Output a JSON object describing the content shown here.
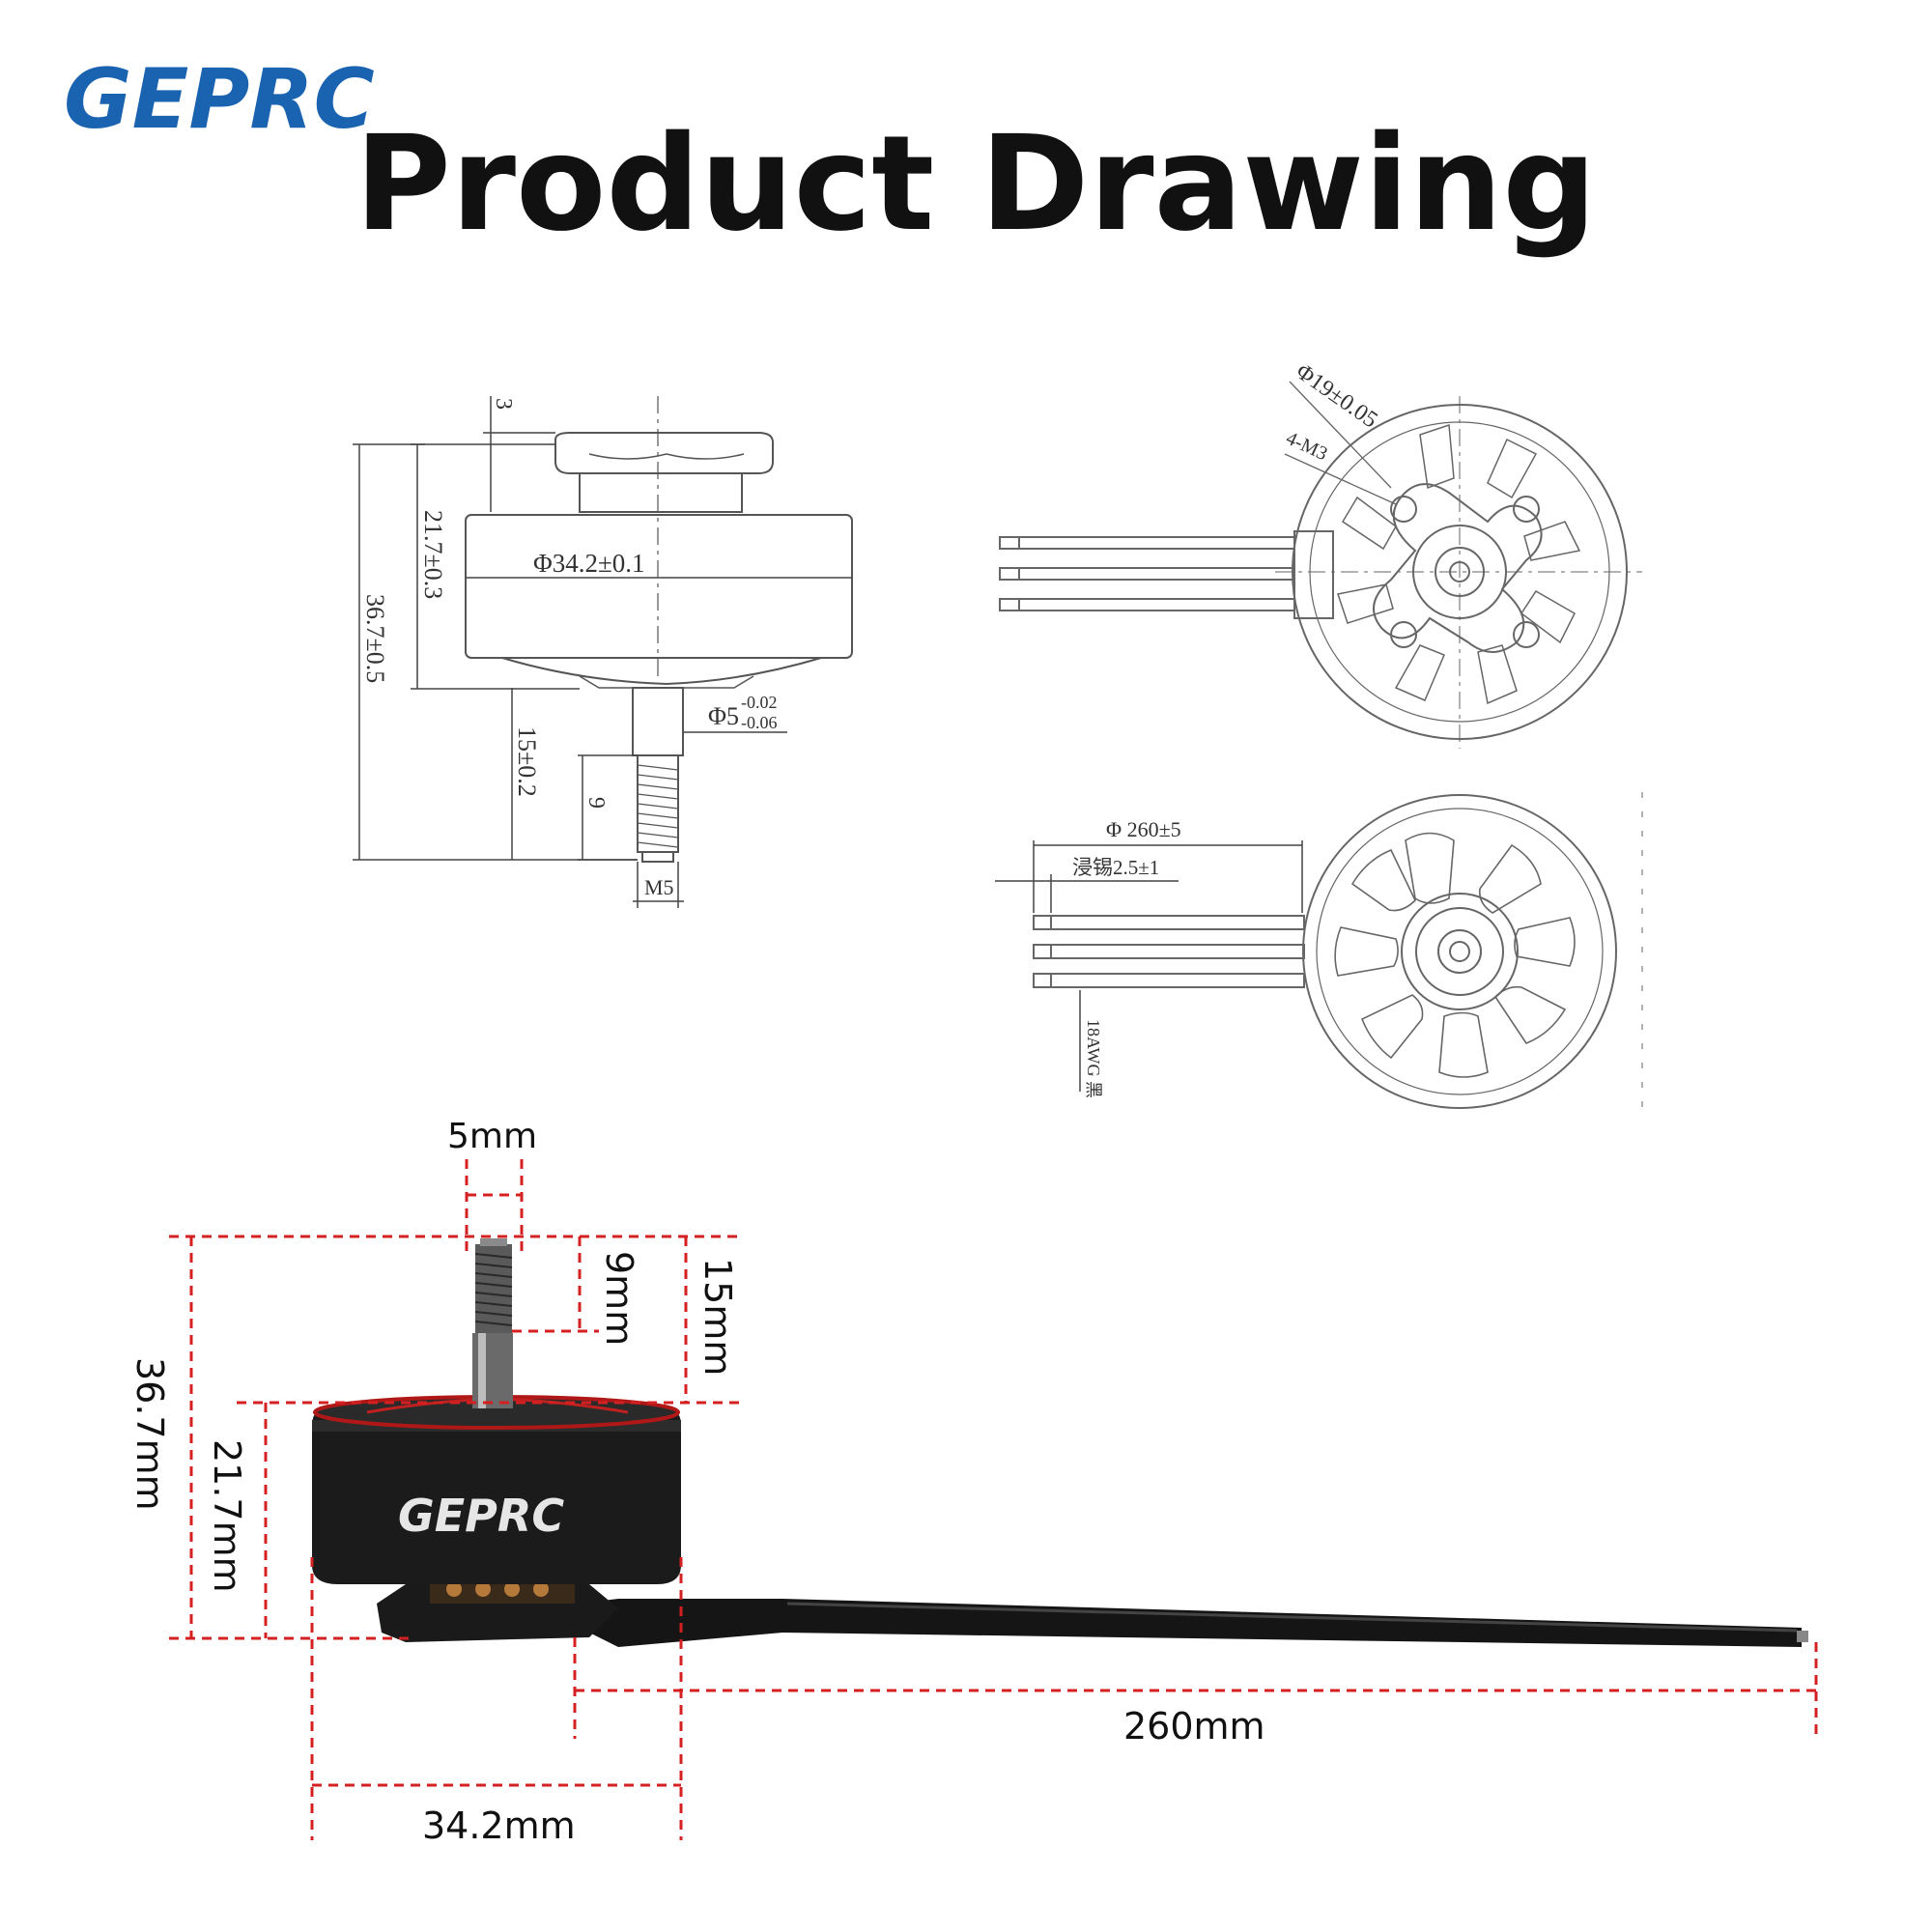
{
  "brand": {
    "logo_text": "GEPRC",
    "brand_color": "#1a63b0"
  },
  "header": {
    "title": "Product Drawing"
  },
  "side_drawing": {
    "dim_total_height": "36.7±0.5",
    "dim_bell_height": "21.7±0.3",
    "dim_top": "3",
    "dim_diameter": "Φ34.2±0.1",
    "dim_shaft_dia": "Φ5",
    "dim_shaft_tol_upper": "-0.02",
    "dim_shaft_tol_lower": "-0.06",
    "dim_shaft_length": "15±0.2",
    "dim_thread_length": "9",
    "dim_thread": "M5"
  },
  "bottom_view": {
    "dim_mount_circle": "Φ19±0.05",
    "dim_mount_holes": "4-M3"
  },
  "top_view": {
    "dim_lead_length": "Φ 260±5",
    "dim_tinning": "浸锡2.5±1",
    "dim_wire_gauge": "18AWG 黑"
  },
  "photo_dims": {
    "shaft": "5mm",
    "thread": "9mm",
    "shaft_length": "15mm",
    "total_height": "36.7mm",
    "bell_height": "21.7mm",
    "lead_length": "260mm",
    "diameter": "34.2mm",
    "motor_logo": "GEPRC",
    "dim_line_color": "#d42020"
  }
}
